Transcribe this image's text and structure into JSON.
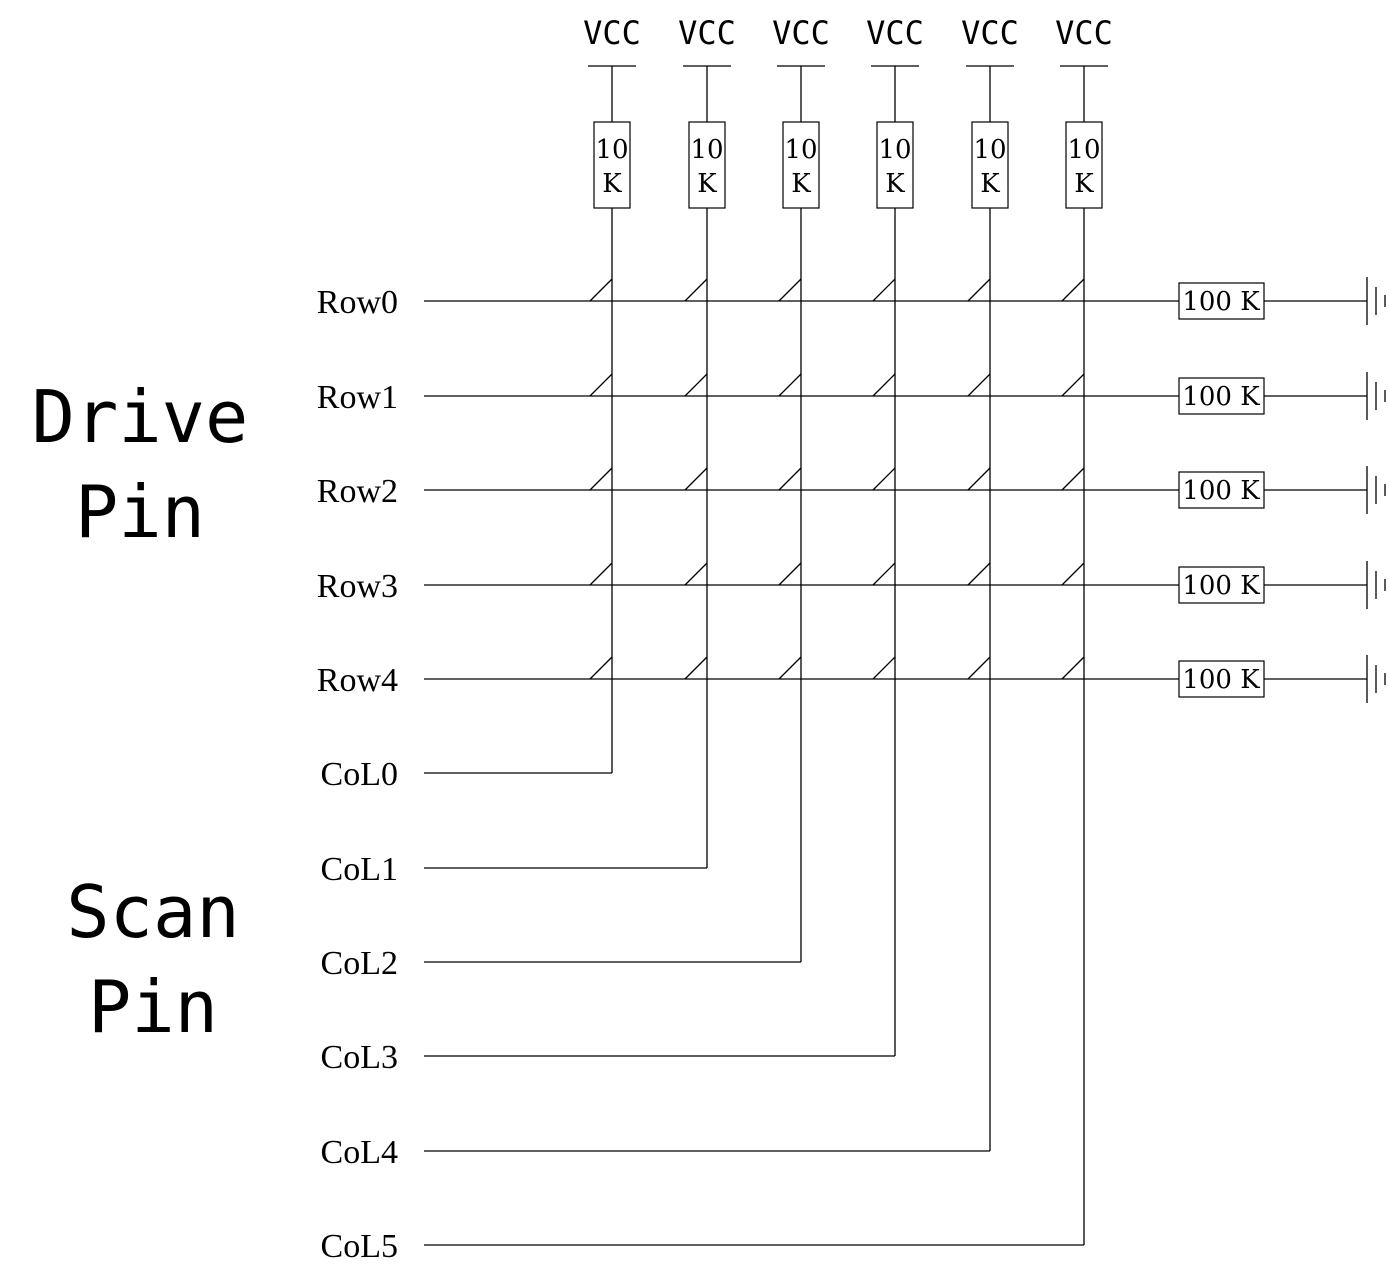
{
  "vcc_label": "VCC",
  "pullup_resistor": [
    "10",
    "K"
  ],
  "pulldown_resistor": "100 K",
  "row_labels": [
    "Row0",
    "Row1",
    "Row2",
    "Row3",
    "Row4"
  ],
  "col_labels": [
    "CoL0",
    "CoL1",
    "CoL2",
    "CoL3",
    "CoL4",
    "CoL5"
  ],
  "drive_group": [
    "Drive",
    "Pin"
  ],
  "scan_group": [
    "Scan",
    "Pin"
  ]
}
